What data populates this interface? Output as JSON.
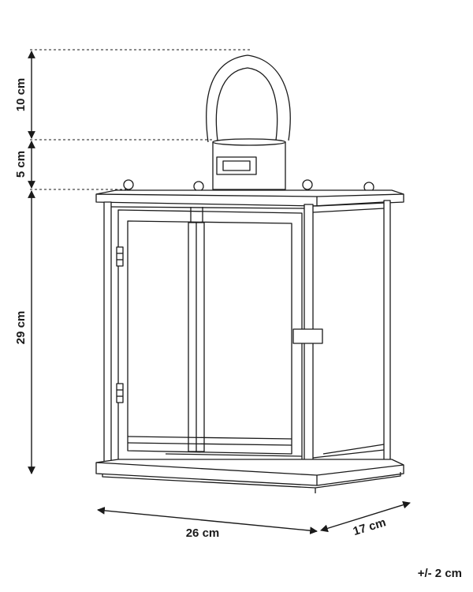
{
  "dimensions": {
    "handle_height": "10 cm",
    "cap_height": "5 cm",
    "body_height": "29 cm",
    "width": "26 cm",
    "depth": "17 cm"
  },
  "tolerance": "+/- 2 cm",
  "colors": {
    "line": "#1a1a1a",
    "background": "#ffffff"
  }
}
